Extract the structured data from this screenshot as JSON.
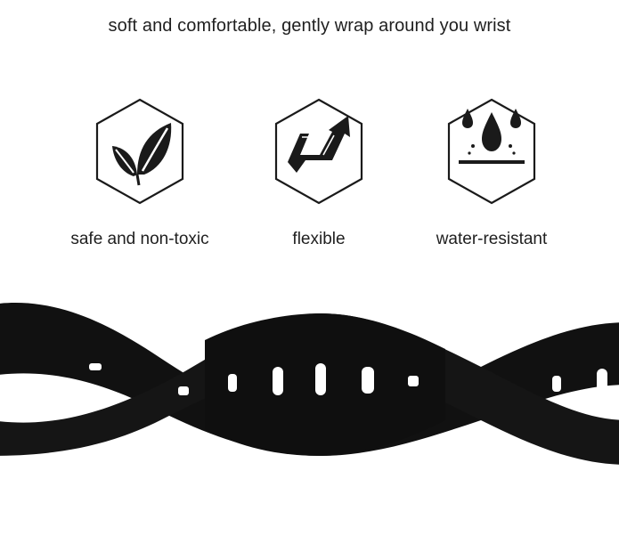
{
  "headline": "soft and comfortable, gently wrap around you wrist",
  "features": [
    {
      "label": "safe and non-toxic",
      "icon": "leaf-icon"
    },
    {
      "label": "flexible",
      "icon": "flexible-arrow-icon"
    },
    {
      "label": "water-resistant",
      "icon": "water-drops-icon"
    }
  ],
  "colors": {
    "band": "#111111",
    "band_highlight": "#2a2a2a",
    "text": "#1f1f1f",
    "icon_stroke": "#1a1a1a"
  }
}
